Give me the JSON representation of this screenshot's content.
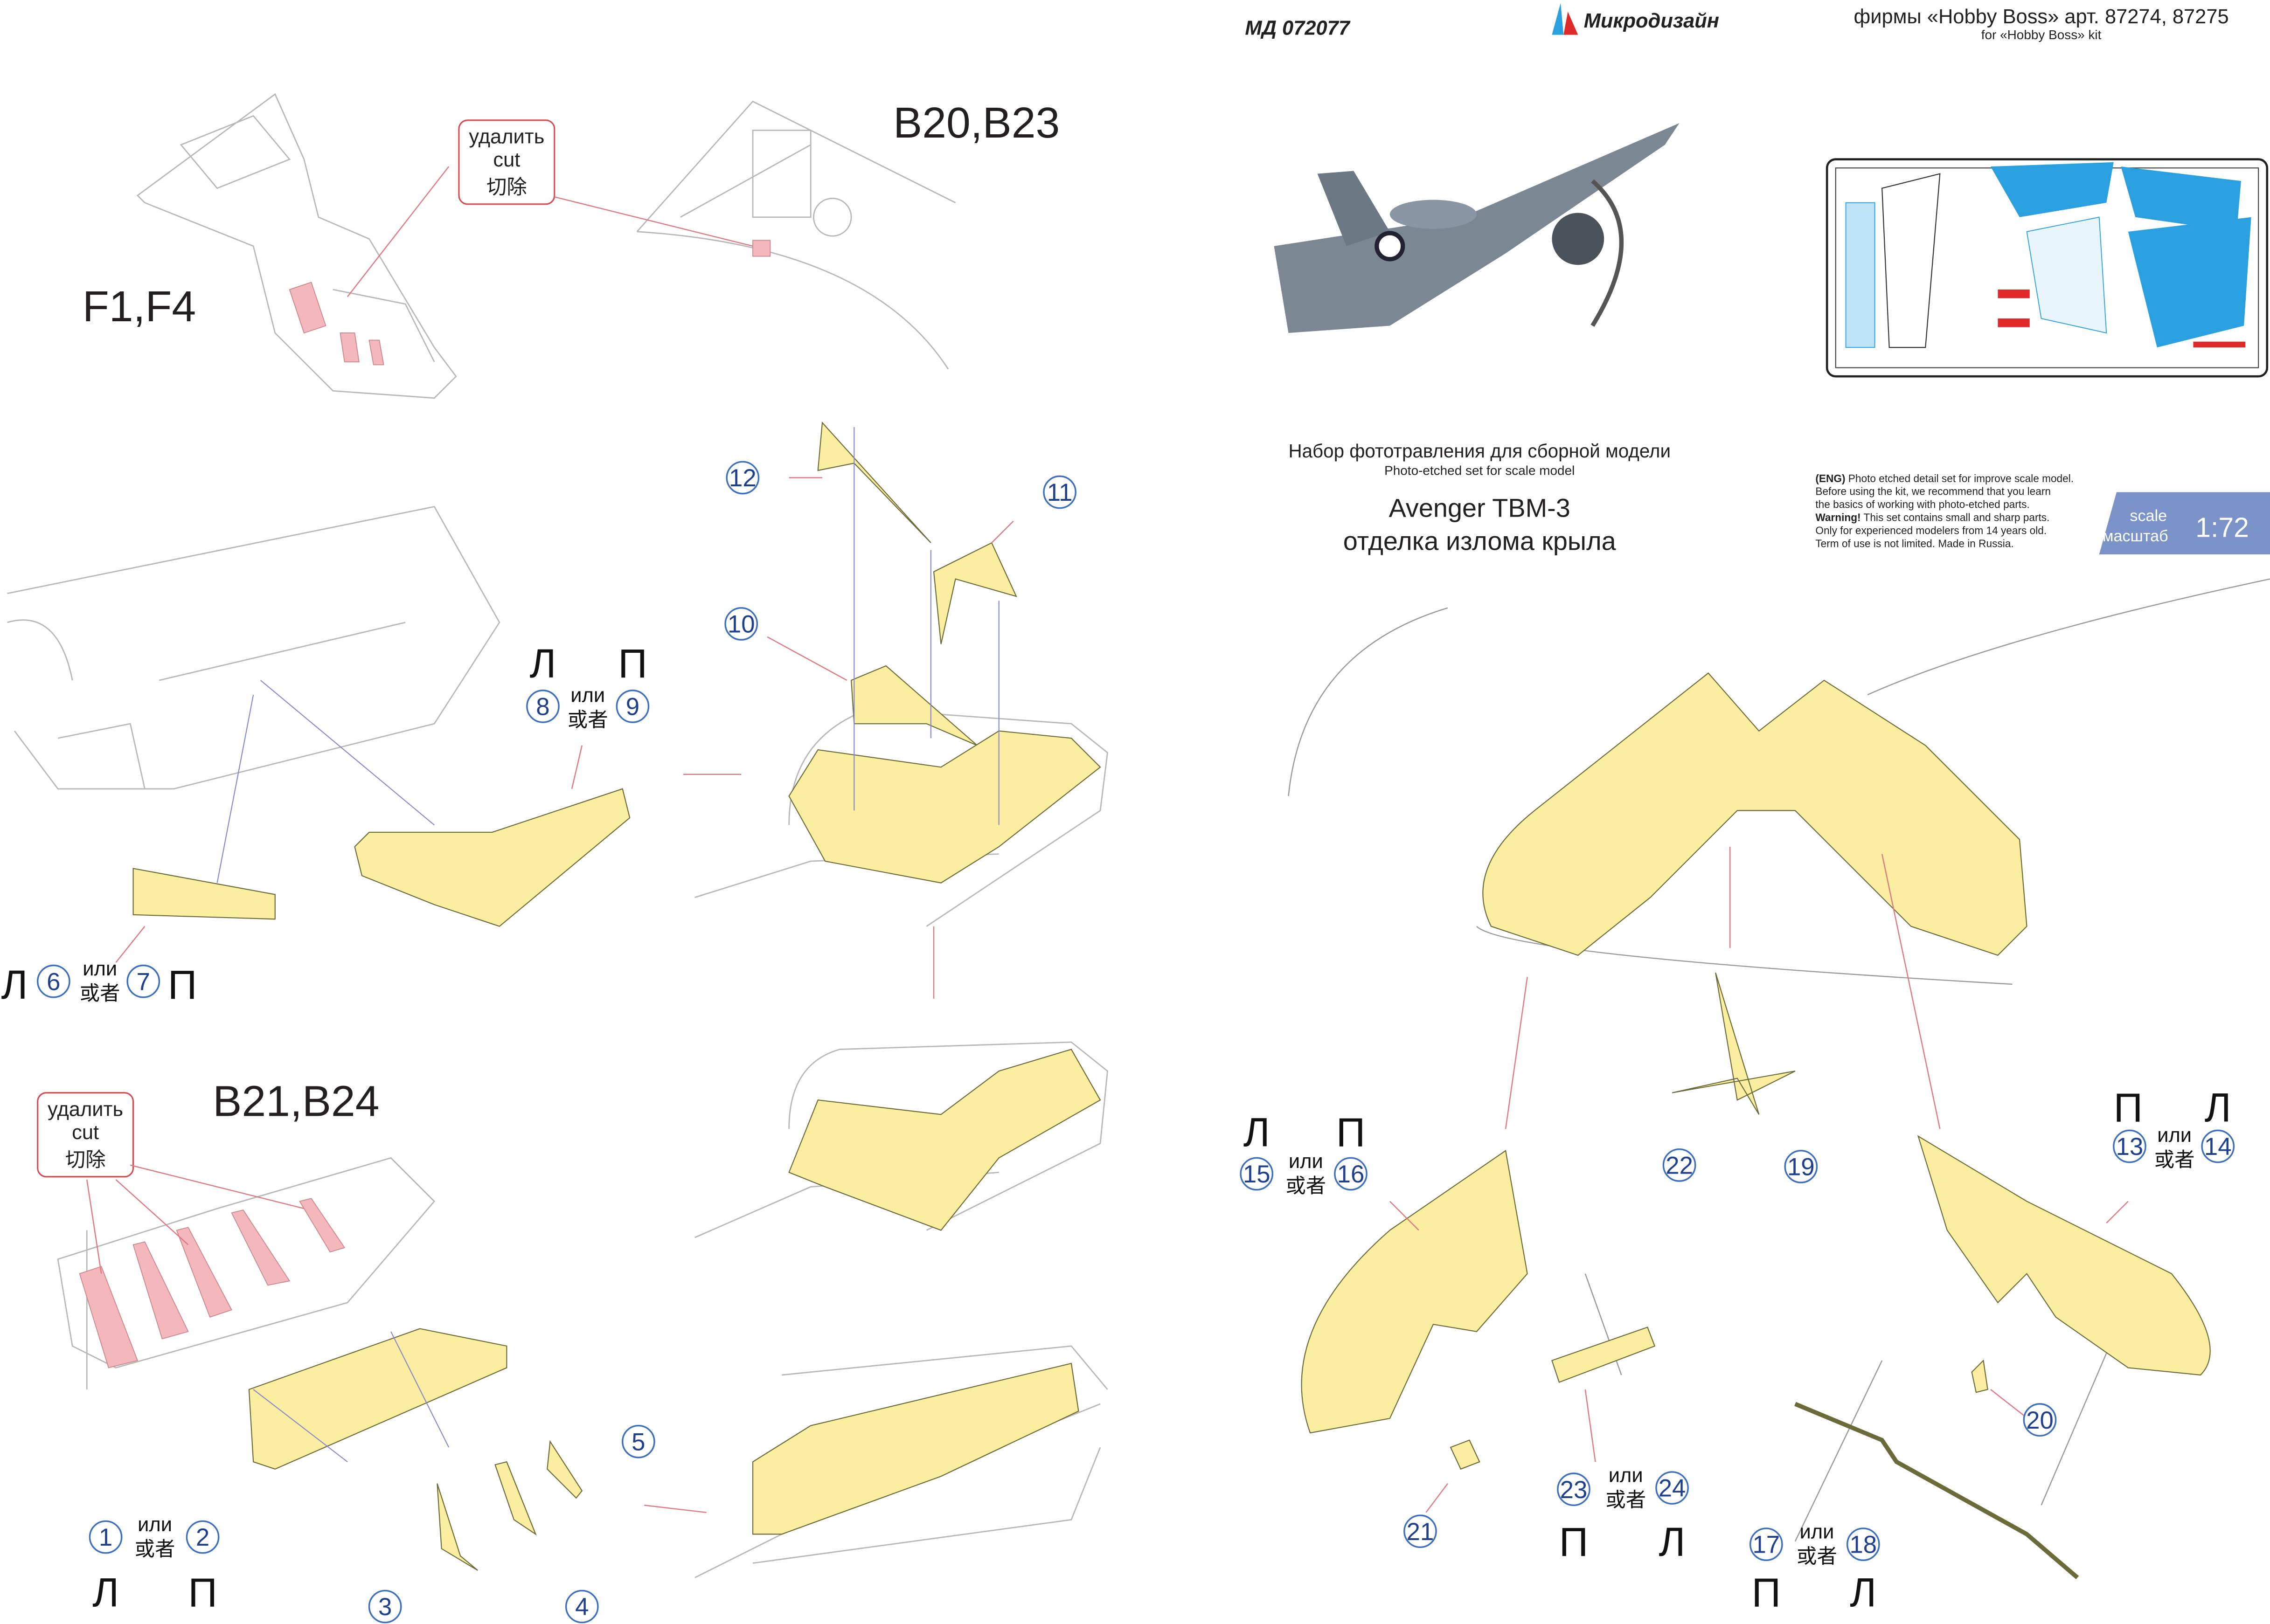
{
  "header": {
    "code": "МД 072077",
    "brand": "Микродизайн",
    "kit_ru": "фирмы «Hobby Boss» арт. 87274, 87275",
    "kit_en": "for «Hobby Boss» kit"
  },
  "title": {
    "set_ru": "Набор фототравления для сборной модели",
    "set_en": "Photo-etched set for scale model",
    "model": "Avenger TBM-3",
    "subject": "отделка излома крыла"
  },
  "notice": {
    "line1_bold": "(ENG)",
    "line1": " Photo etched detail set for improve scale model.",
    "line2": "Before using the kit, we recommend that you learn",
    "line3": "the basics of working with photo-etched parts.",
    "line4_bold": "Warning!",
    "line4": " This set contains small and sharp parts.",
    "line5": "Only for experienced modelers from 14 years old.",
    "line6": "Term of use is not limited. Made in Russia."
  },
  "scale_badge": {
    "label_en": "scale",
    "label_ru": "масштаб",
    "value": "1:72",
    "color": "#7b93c8"
  },
  "sections": {
    "f1f4": "F1,F4",
    "b20b23": "B20,B23",
    "b21b24": "B21,B24"
  },
  "cut_label": {
    "ru": "удалить",
    "en": "cut",
    "zh": "切除"
  },
  "or_label": {
    "ru": "или",
    "zh": "或者"
  },
  "callouts": [
    "12",
    "11",
    "10",
    "8",
    "9",
    "6",
    "7",
    "1",
    "2",
    "3",
    "4",
    "5",
    "15",
    "16",
    "22",
    "19",
    "13",
    "14",
    "20",
    "21",
    "23",
    "24",
    "17",
    "18"
  ],
  "side_letters": [
    "Л",
    "П",
    "Л",
    "П",
    "Л",
    "П",
    "Л",
    "П",
    "П",
    "Л",
    "П",
    "Л",
    "П",
    "Л"
  ],
  "colors": {
    "part": "#fbeea0",
    "cut": "#f4b8bc",
    "callout": "#3d6fc0",
    "fret_blue": "#2aa0e0"
  }
}
